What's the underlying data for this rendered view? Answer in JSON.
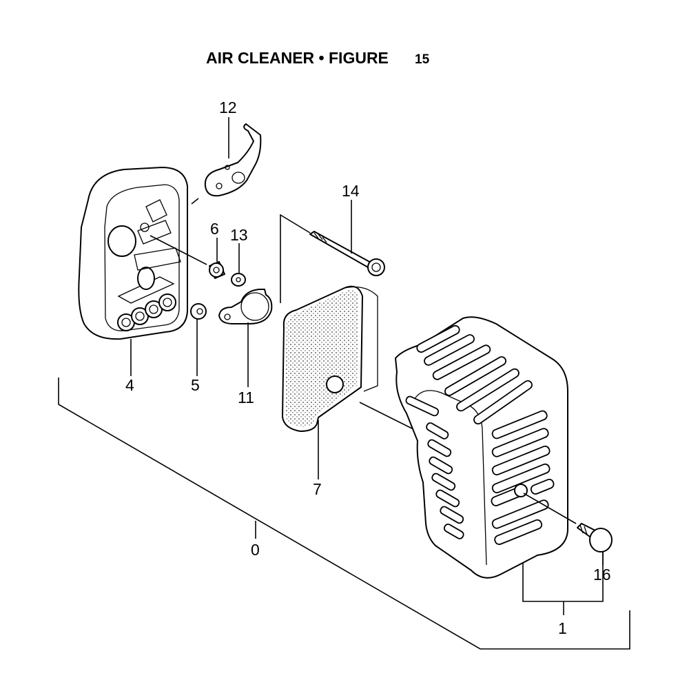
{
  "title": {
    "text": "AIR CLEANER  •  FIGURE",
    "number": "15"
  },
  "callouts": {
    "c0": "0",
    "c1": "1",
    "c4": "4",
    "c5": "5",
    "c6": "6",
    "c7": "7",
    "c11": "11",
    "c12": "12",
    "c13": "13",
    "c14": "14",
    "c16": "16"
  }
}
